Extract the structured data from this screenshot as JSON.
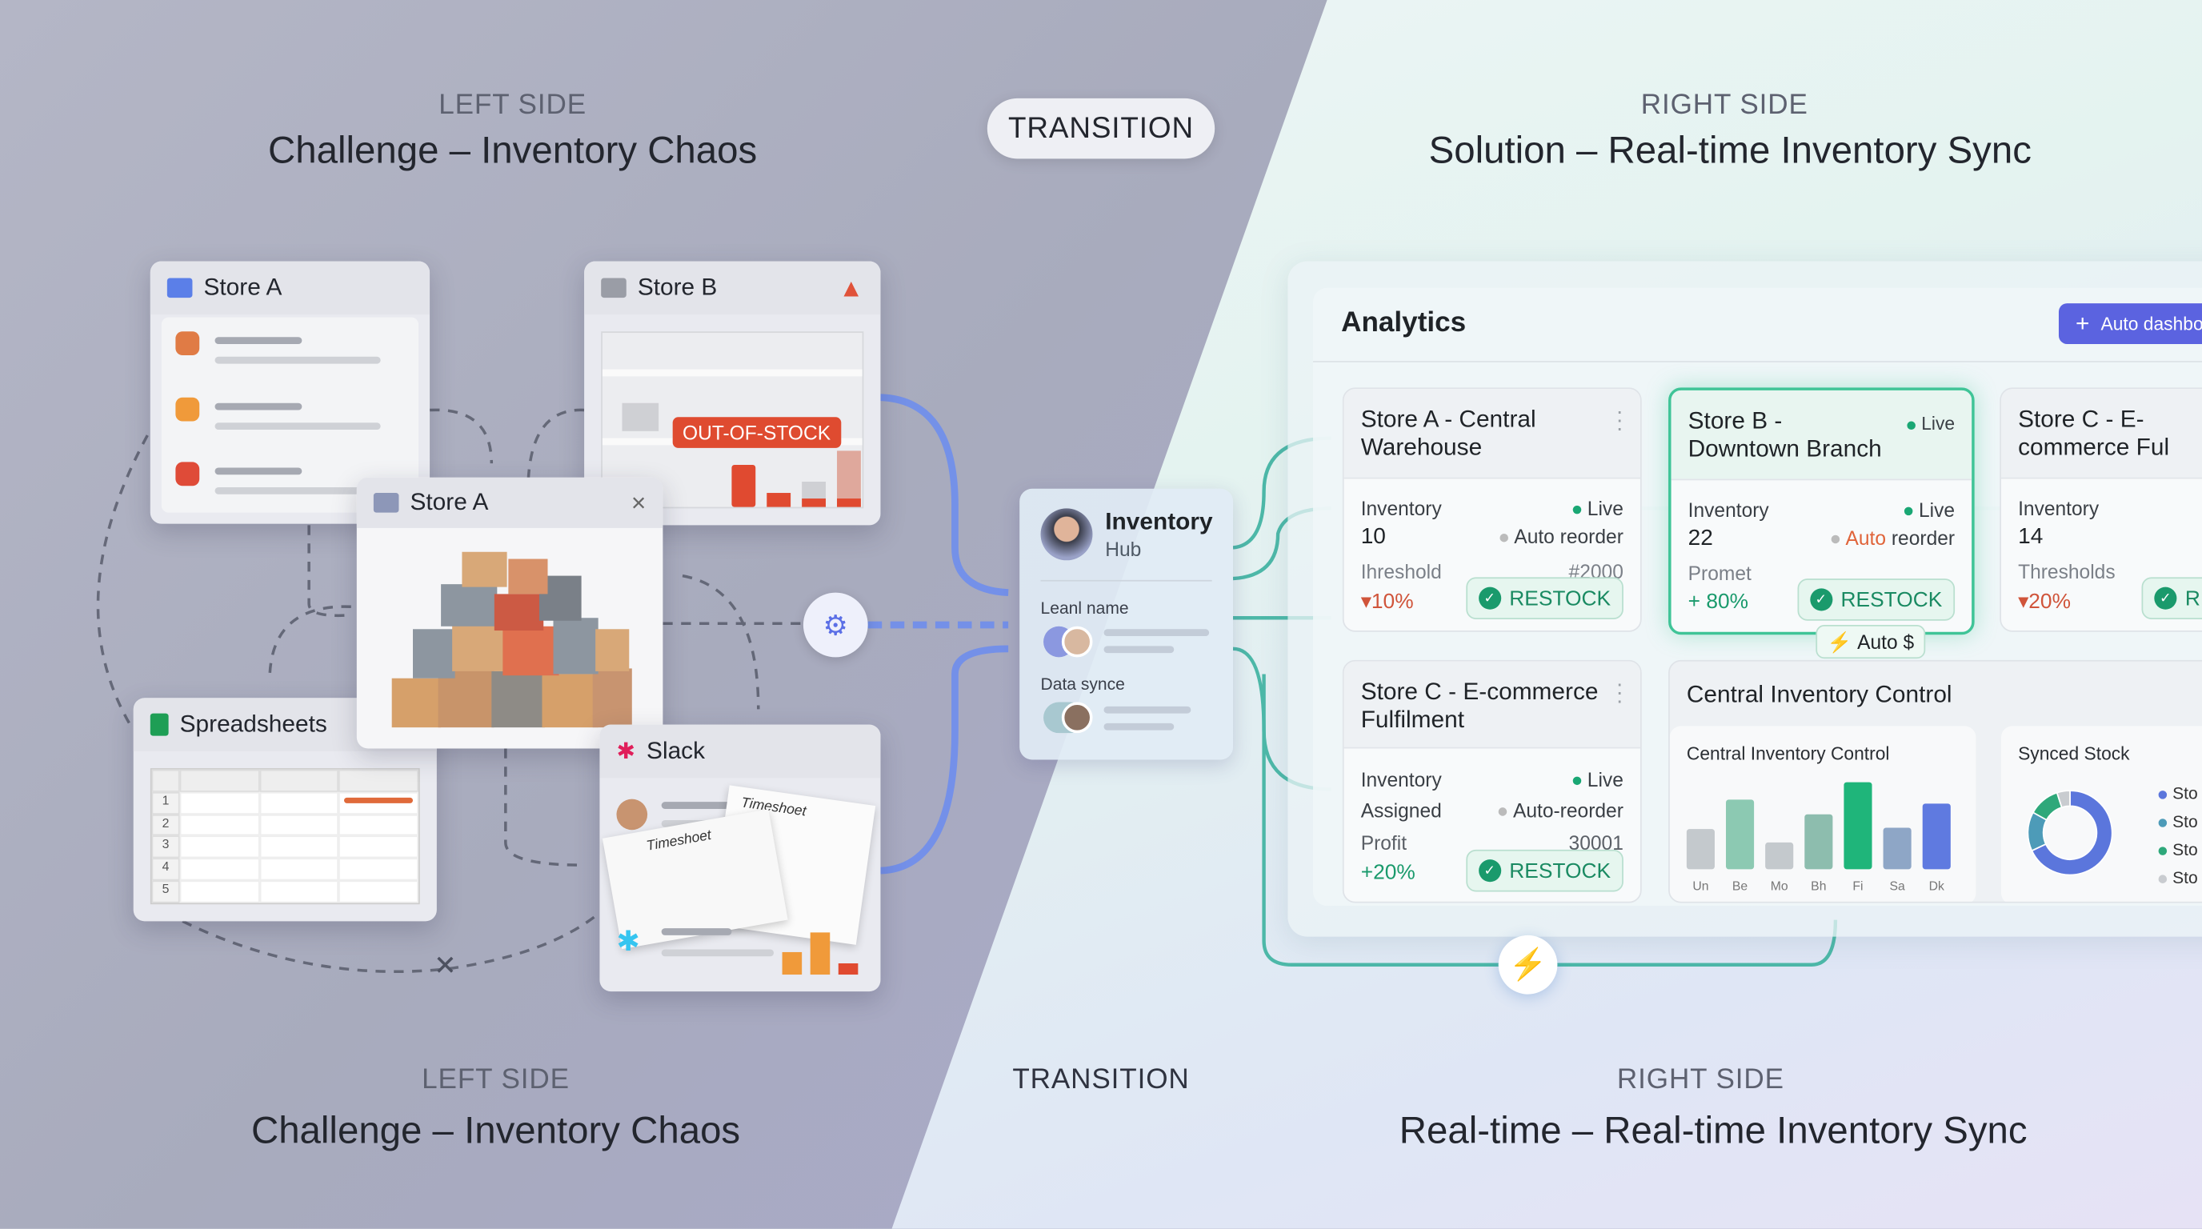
{
  "colors": {
    "accent_blue": "#5b6fe6",
    "accent_green": "#1aa774",
    "alert_red": "#e0523a",
    "teal_line": "#4db8a8"
  },
  "header": {
    "left_sub": "LEFT SIDE",
    "left_title": "Challenge – Inventory Chaos",
    "transition": "TRANSITION",
    "right_sub": "RIGHT SIDE",
    "right_title": "Solution – Real-time Inventory Sync"
  },
  "footer": {
    "left_sub": "LEFT SIDE",
    "left_title": "Challenge – Inventory Chaos",
    "transition": "TRANSITION",
    "right_sub": "RIGHT SIDE",
    "right_title": "Real-time – Real-time Inventory Sync"
  },
  "chaos": {
    "store_a": {
      "title": "Store A",
      "icon": "folder-icon"
    },
    "store_b": {
      "title": "Store B",
      "icon": "warning-icon",
      "badge": "OUT-OF-STOCK"
    },
    "store_a_popup": {
      "title": "Store A",
      "close": "×"
    },
    "spreadsheets": {
      "title": "Spreadsheets",
      "rows": [
        "1",
        "2",
        "3",
        "4",
        "5"
      ]
    },
    "slack": {
      "title": "Slack",
      "doc1": "Timeshoet",
      "doc2": "Timeshoet"
    }
  },
  "hub": {
    "title": "Inventory",
    "subtitle": "Hub",
    "section1": "Leanl name",
    "section2": "Data synce"
  },
  "dashboard": {
    "title": "Analytics",
    "button": "Auto dashbo",
    "cards": [
      {
        "title": "Store A - Central Warehouse",
        "inventory_label": "Inventory",
        "status": "Live",
        "value": "10",
        "reorder": "Auto reorder",
        "metric_label": "Ihreshold",
        "metric_extra": "#2000",
        "change": "▾10%",
        "action": "RESTOCK"
      },
      {
        "title": "Store B - Downtown Branch",
        "status_top": "Live",
        "inventory_label": "Inventory",
        "status": "Live",
        "value": "22",
        "reorder_a": "Auto",
        "reorder_b": " reorder",
        "metric_label": "Promet",
        "change": "+ 80%",
        "action": "RESTOCK",
        "badge": "Auto $"
      },
      {
        "title": "Store C - E-commerce Ful",
        "inventory_label": "Inventory",
        "value": "14",
        "metric_label": "Thresholds",
        "change": "▾20%",
        "action": "RE"
      },
      {
        "title": "Store C - E-commerce Fulfilment",
        "inventory_label": "Inventory",
        "status": "Live",
        "assigned": "Assigned",
        "reorder": "Auto-reorder",
        "metric_label": "Profit",
        "metric_extra": "30001",
        "change": "+20%",
        "action": "RESTOCK"
      }
    ],
    "central": {
      "title": "Central Inventory Control",
      "chart_title": "Central Inventory Control",
      "stock_title": "Synced Stock",
      "legend": [
        "Sto",
        "Sto",
        "Sto",
        "Sto"
      ]
    }
  },
  "chart_data": [
    {
      "type": "bar",
      "title": "Central Inventory Control",
      "categories": [
        "Un",
        "Be",
        "Mo",
        "Bh",
        "Fi",
        "Sa",
        "Dk"
      ],
      "values": [
        30,
        52,
        20,
        41,
        65,
        31,
        49
      ],
      "colors": [
        "#c4c9cd",
        "#8cc9b2",
        "#c4c9cd",
        "#8dbdae",
        "#1fb57a",
        "#8ea6c6",
        "#5f7ae0"
      ]
    },
    {
      "type": "pie",
      "title": "Synced Stock",
      "values": [
        68,
        15,
        12,
        5
      ],
      "labels": [
        "Sto",
        "Sto",
        "Sto",
        "Sto"
      ],
      "colors": [
        "#5b76dc",
        "#4d9bb8",
        "#2ea87a",
        "#c9ccd0"
      ]
    }
  ]
}
